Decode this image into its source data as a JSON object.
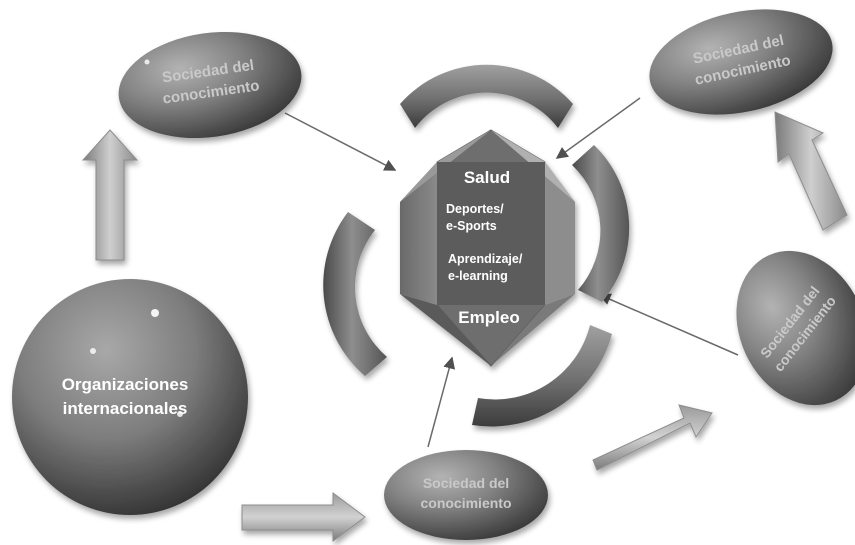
{
  "nodes": {
    "top_left": {
      "line1": "Sociedad del",
      "line2": "conocimiento"
    },
    "top_right": {
      "line1": "Sociedad del",
      "line2": "conocimiento"
    },
    "mid_right": {
      "line1": "Sociedad del",
      "line2": "conocimiento"
    },
    "bottom": {
      "line1": "Sociedad del",
      "line2": "conocimiento"
    },
    "big_sphere": {
      "line1": "Organizaciones",
      "line2": "internacionales"
    }
  },
  "center": {
    "salud": "Salud",
    "deportes_1": "Deportes/",
    "deportes_2": "e-Sports",
    "aprendizaje_1": "Aprendizaje/",
    "aprendizaje_2": "e-learning",
    "empleo": "Empleo"
  }
}
